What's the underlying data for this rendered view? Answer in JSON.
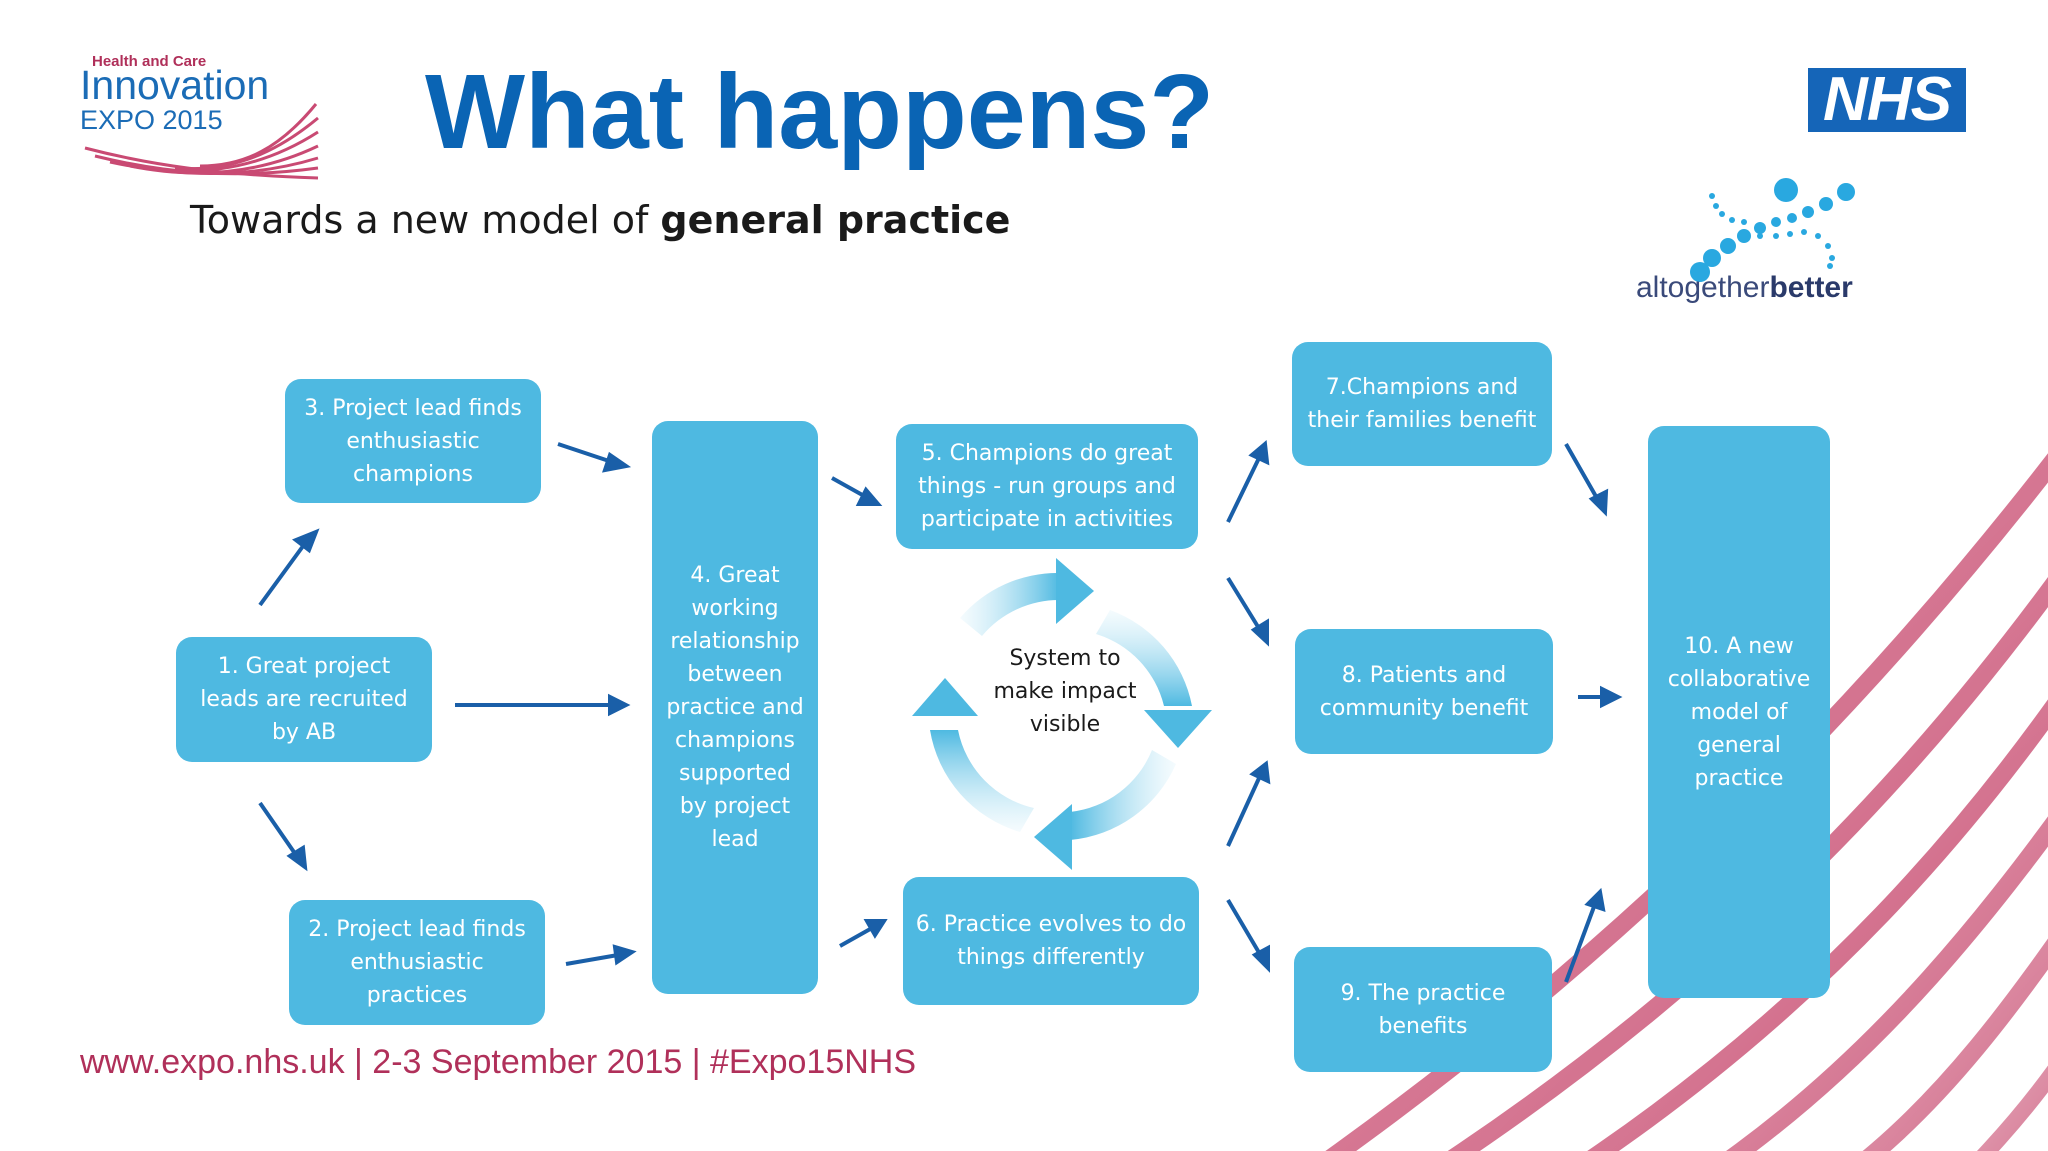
{
  "header": {
    "title": "What happens?",
    "subtitle_prefix": "Towards a new model of ",
    "subtitle_bold": "general practice"
  },
  "logos": {
    "expo_small": "Health and Care",
    "expo_big": "Innovation",
    "expo_year": "EXPO 2015",
    "nhs": "NHS",
    "atb_prefix": "altogether",
    "atb_bold": "better"
  },
  "diagram": {
    "box1": "1. Great project leads are recruited by AB",
    "box2": "2. Project lead finds enthusiastic practices",
    "box3": "3. Project lead finds enthusiastic champions",
    "box4": "4. Great working relationship between practice and champions supported by project lead",
    "box5": "5. Champions do great things - run groups and participate in activities",
    "box6": "6. Practice evolves to do things differently",
    "box7": "7.Champions and their families benefit",
    "box8": "8. Patients and community benefit",
    "box9": "9. The practice benefits",
    "box10": "10. A new collaborative model of general practice",
    "cycle_center": "System to make impact visible"
  },
  "footer": {
    "text": "www.expo.nhs.uk | 2-3 September 2015 | #Expo15NHS"
  },
  "colors": {
    "box_fill": "#4eb9e1",
    "arrow": "#1a5fa8",
    "title": "#0a64b4",
    "accent_stripes": "#c0355e"
  }
}
